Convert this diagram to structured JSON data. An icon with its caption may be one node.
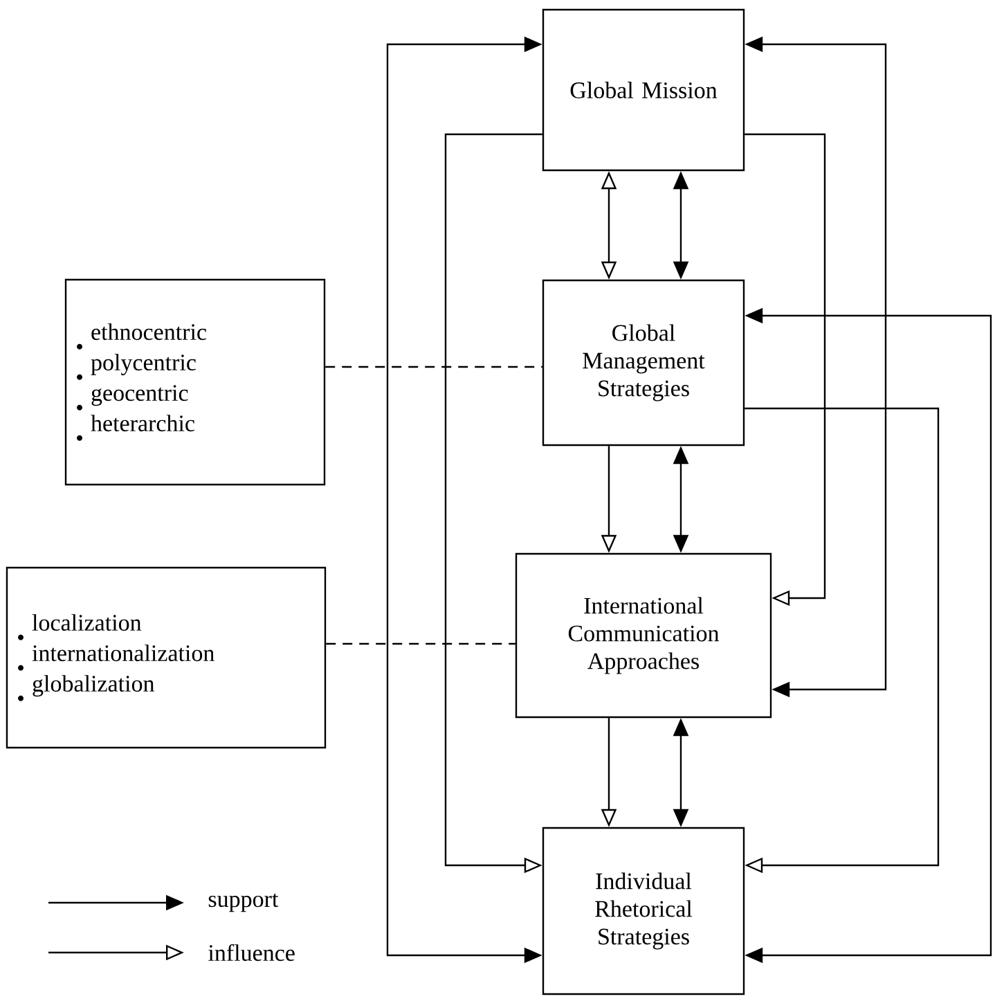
{
  "diagram": {
    "nodes": [
      {
        "text": [
          "Global Mission"
        ]
      },
      {
        "text": [
          "Global Management Strategies"
        ]
      },
      {
        "text": [
          "International Communication Approaches"
        ]
      },
      {
        "text": [
          "Individual Rhetorical Strategies"
        ]
      },
      {
        "text": [
          "ethnocentric",
          "polycentric",
          "geocentric",
          "heterarchic"
        ]
      },
      {
        "text": [
          "localization",
          "internationalization",
          "globalization"
        ]
      }
    ],
    "edges": [
      {
        "from": 0,
        "to": 1,
        "arrow": "both"
      },
      {
        "from": 0,
        "to": 1,
        "arrow": "both"
      },
      {
        "from": 1,
        "to": 2,
        "arrow": "to"
      },
      {
        "from": 1,
        "to": 2,
        "arrow": "both"
      },
      {
        "from": 2,
        "to": 3,
        "arrow": "to"
      },
      {
        "from": 2,
        "to": 3,
        "arrow": "both"
      },
      {
        "from": 0,
        "to": 3,
        "arrow": "both"
      },
      {
        "from": 0,
        "to": 3,
        "arrow": "to"
      },
      {
        "from": 0,
        "to": 2,
        "arrow": "to"
      },
      {
        "from": 0,
        "to": 2,
        "arrow": "both"
      },
      {
        "from": 1,
        "to": 3,
        "arrow": "to"
      },
      {
        "from": 1,
        "to": 3,
        "arrow": "both"
      },
      {
        "from": 4,
        "to": 1,
        "arrow": "none",
        "style": "dashed"
      },
      {
        "from": 5,
        "to": 2,
        "arrow": "none",
        "style": "dashed"
      }
    ],
    "legend": [
      {
        "text": "support"
      },
      {
        "text": "influence"
      }
    ]
  }
}
